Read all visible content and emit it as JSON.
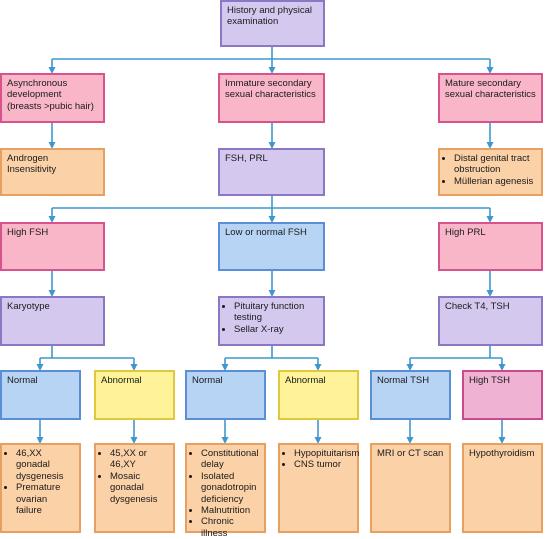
{
  "colors": {
    "connector": "#3f97cf"
  },
  "nodes": {
    "root": "History and physical examination",
    "asynch": "Asynchronous development (breasts >pubic hair)",
    "immature": "Immature secondary sexual characteristics",
    "mature": "Mature secondary sexual characteristics",
    "androgen": "Androgen Insensitivity",
    "fsh_prl": "FSH, PRL",
    "mature_causes": [
      "Distal genital tract obstruction",
      "Müllerian agenesis"
    ],
    "high_fsh": "High FSH",
    "low_fsh": "Low or normal FSH",
    "high_prl": "High PRL",
    "karyotype": "Karyotype",
    "pituitary_tests": [
      "Pituitary function testing",
      "Sellar X-ray"
    ],
    "check_t4": "Check T4, TSH",
    "normal_1": "Normal",
    "abnormal_1": "Abnormal",
    "normal_2": "Normal",
    "abnormal_2": "Abnormal",
    "normal_tsh": "Normal TSH",
    "high_tsh": "High TSH",
    "leaf_1": [
      "46,XX gonadal dysgenesis",
      "Premature ovarian failure"
    ],
    "leaf_2": [
      "45,XX or 46,XY",
      "Mosaic gonadal dysgenesis"
    ],
    "leaf_3": [
      "Constitutional delay",
      "Isolated gonadotropin deficiency",
      "Malnutrition",
      "Chronic illness"
    ],
    "leaf_4": [
      "Hypopituitarism",
      "CNS tumor"
    ],
    "leaf_5": "MRI or CT scan",
    "leaf_6": "Hypothyroidism"
  }
}
